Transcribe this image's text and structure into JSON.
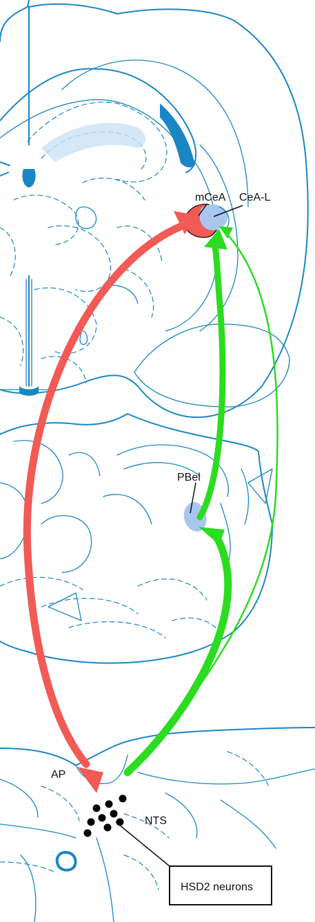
{
  "labels": {
    "mcea": "mCeA",
    "cea_l": "CeA-L",
    "pbel": "PBel",
    "ap": "AP",
    "nts": "NTS",
    "hsd2": "HSD2 neurons"
  },
  "colors": {
    "outline": "#1a86c4",
    "ventricle_fill": "#1a86c4",
    "light_fill": "#c9e2f2",
    "red_projection": "#f25a55",
    "green_projection": "#2bdc1f",
    "nucleus_fill": "#a9c6ef",
    "neurons": "#000000"
  }
}
